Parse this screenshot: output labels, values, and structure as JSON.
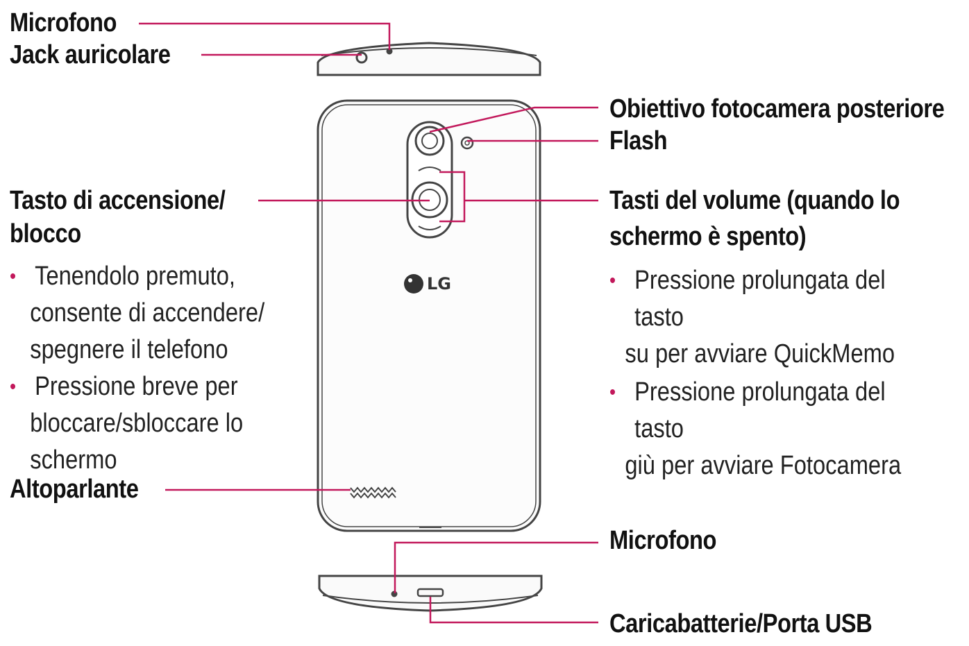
{
  "labels": {
    "mic_top": "Microfono",
    "jack": "Jack auricolare",
    "camera": "Obiettivo fotocamera posteriore",
    "flash": "Flash",
    "power_line1": "Tasto di accensione/",
    "power_line2": "blocco",
    "volume_line1": "Tasti del volume (quando lo",
    "volume_line2": "schermo è spento)",
    "speaker": "Altoparlante",
    "mic_bottom": "Microfono",
    "usb": "Caricabatterie/Porta USB"
  },
  "power_notes": [
    [
      "Tenendolo premuto,",
      "consente di accendere/",
      "spegnere il telefono"
    ],
    [
      "Pressione breve per",
      "bloccare/sbloccare lo",
      "schermo"
    ]
  ],
  "volume_notes": [
    [
      "Pressione prolungata del tasto",
      "su per avviare QuickMemo"
    ],
    [
      "Pressione prolungata del tasto",
      "giù per avviare Fotocamera"
    ]
  ],
  "logo_text": "LG",
  "colors": {
    "leader": "#c2185b",
    "outline": "#444444",
    "bullet": "#c2185b"
  }
}
